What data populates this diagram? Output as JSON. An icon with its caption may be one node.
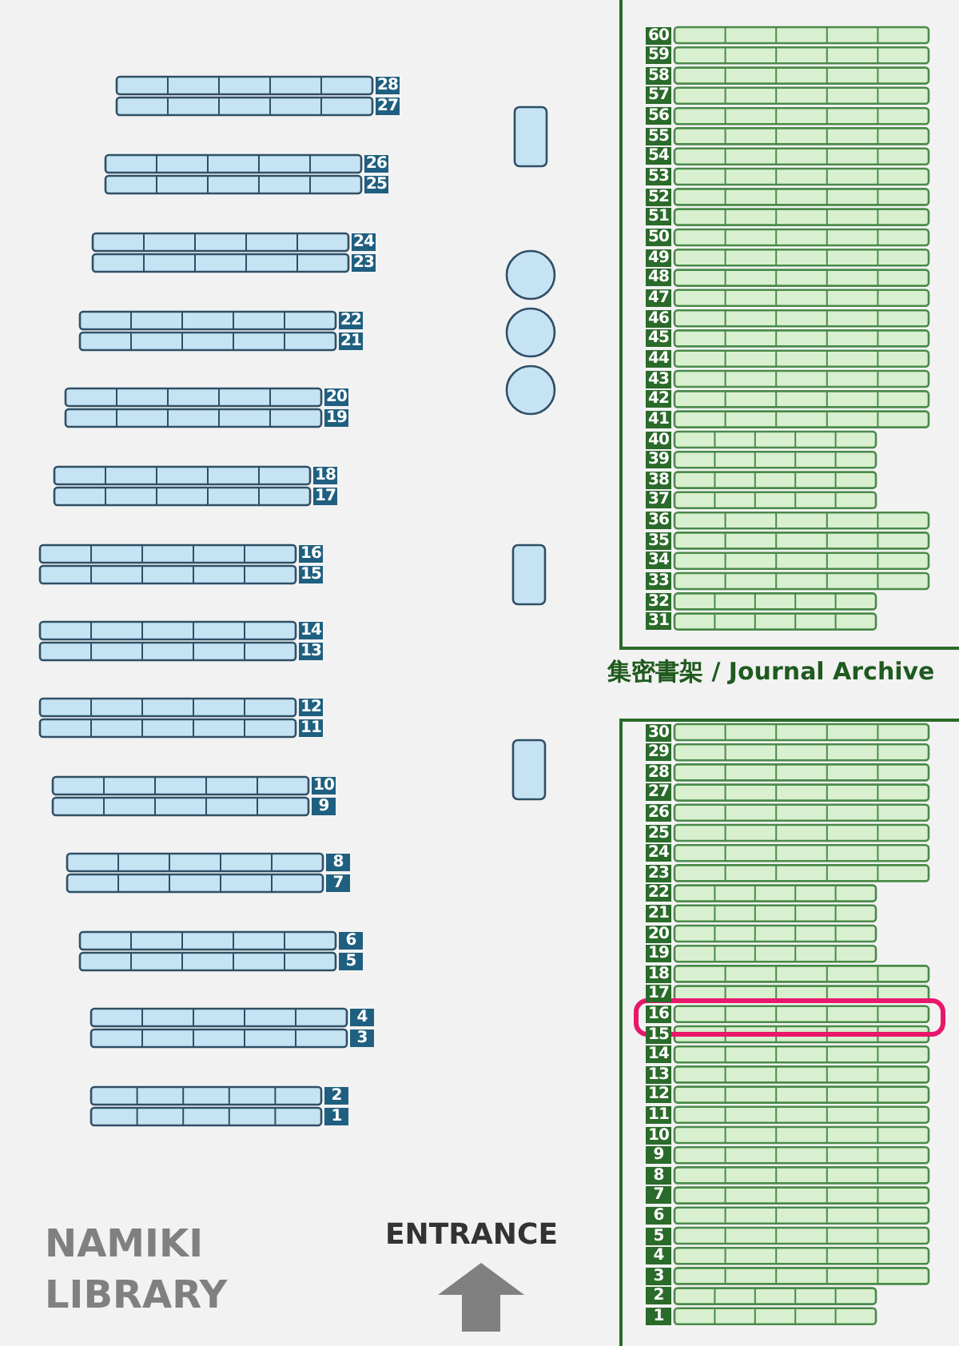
{
  "diagram": {
    "labels": [
      "28",
      "27",
      "26",
      "25",
      "24",
      "23",
      "22",
      "21",
      "20",
      "19",
      "18",
      "17",
      "16",
      "15",
      "14",
      "13",
      "12",
      "11",
      "10",
      "9",
      "8",
      "7",
      "6",
      "5",
      "4",
      "3",
      "2",
      "1",
      "60",
      "59",
      "58",
      "57",
      "56",
      "55",
      "54",
      "53",
      "52",
      "51",
      "50",
      "49",
      "48",
      "47",
      "46",
      "45",
      "44",
      "43",
      "42",
      "41",
      "40",
      "39",
      "38",
      "37",
      "36",
      "35",
      "34",
      "33",
      "32",
      "31",
      "集密書架 / Journal Archive",
      "30",
      "29",
      "28",
      "27",
      "26",
      "25",
      "24",
      "23",
      "22",
      "21",
      "20",
      "19",
      "18",
      "17",
      "16",
      "15",
      "14",
      "13",
      "12",
      "11",
      "10",
      "9",
      "8",
      "7",
      "6",
      "5",
      "4",
      "3",
      "2",
      "1",
      "NAMIKI LIBRARY",
      "ENTRANCE"
    ]
  }
}
